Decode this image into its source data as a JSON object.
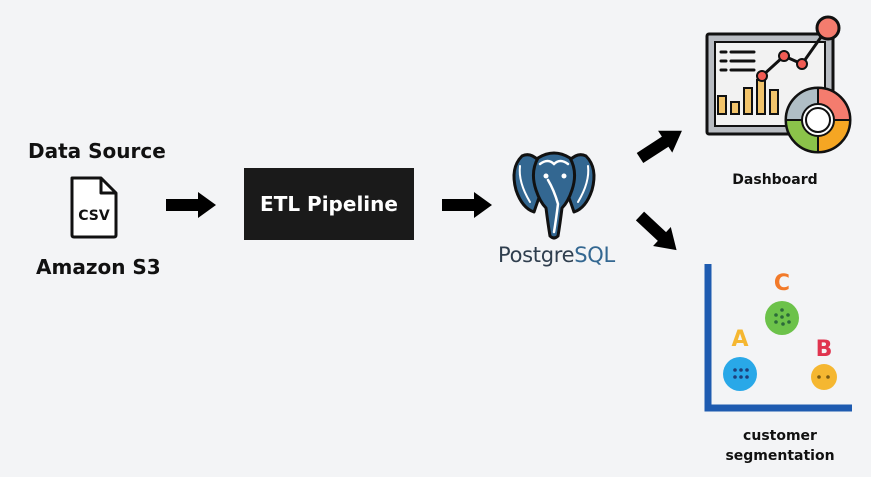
{
  "source": {
    "title": "Data Source",
    "file_icon_text": "CSV",
    "subtitle": "Amazon S3",
    "icon": "csv-file-icon"
  },
  "etl": {
    "label": "ETL Pipeline"
  },
  "database": {
    "logo_text_main": "Postgre",
    "logo_text_accent": "SQL",
    "icon": "postgresql-elephant-icon"
  },
  "dashboard": {
    "label": "Dashboard",
    "icon": "dashboard-icon"
  },
  "segmentation": {
    "label_line1": "customer",
    "label_line2": "segmentation",
    "icon": "cluster-chart-icon",
    "clusters": [
      "A",
      "B",
      "C"
    ]
  },
  "colors": {
    "background": "#f3f4f6",
    "etl_box": "#1a1a1a",
    "pg_blue": "#336791",
    "axis_blue": "#1e5bb0",
    "cluster_a": "#29a8e8",
    "cluster_b": "#f5b731",
    "cluster_c": "#6cc24a",
    "letter_a": "#f5b731",
    "letter_b": "#e0344f",
    "letter_c": "#f27a2a"
  }
}
